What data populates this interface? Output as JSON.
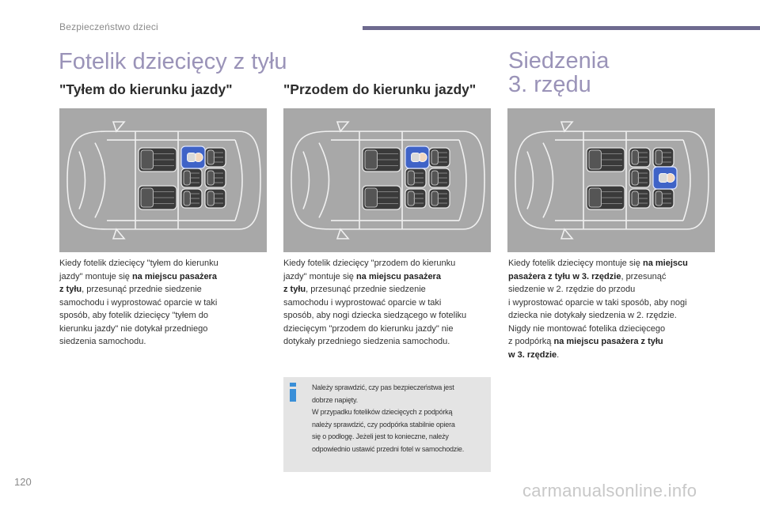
{
  "header": {
    "section": "Bezpieczeństwo dzieci",
    "title": "Fotelik dziecięcy z tyłu",
    "side_title_line1": "Siedzenia",
    "side_title_line2": "3. rzędu"
  },
  "columns": [
    {
      "heading": "\"Tyłem do kierunku jazdy\"",
      "lines": [
        [
          {
            "t": "Kiedy fotelik dziecięcy \"tyłem do kierunku"
          }
        ],
        [
          {
            "t": "jazdy\" montuje się "
          },
          {
            "t": "na miejscu pasażera",
            "b": true
          }
        ],
        [
          {
            "t": "z tyłu",
            "b": true
          },
          {
            "t": ", przesunąć przednie siedzenie"
          }
        ],
        [
          {
            "t": "samochodu i wyprostować oparcie w taki"
          }
        ],
        [
          {
            "t": "sposób, aby fotelik dziecięcy \"tyłem do"
          }
        ],
        [
          {
            "t": "kierunku jazdy\" nie dotykał przedniego"
          }
        ],
        [
          {
            "t": "siedzenia samochodu."
          }
        ]
      ]
    },
    {
      "heading": "\"Przodem do kierunku jazdy\"",
      "lines": [
        [
          {
            "t": "Kiedy fotelik dziecięcy \"przodem do kierunku"
          }
        ],
        [
          {
            "t": "jazdy\" montuje się "
          },
          {
            "t": "na miejscu pasażera",
            "b": true
          }
        ],
        [
          {
            "t": "z tyłu",
            "b": true
          },
          {
            "t": ", przesunąć przednie siedzenie"
          }
        ],
        [
          {
            "t": "samochodu i wyprostować oparcie w taki"
          }
        ],
        [
          {
            "t": "sposób, aby nogi dziecka siedzącego w foteliku"
          }
        ],
        [
          {
            "t": "dziecięcym \"przodem do kierunku jazdy\" nie"
          }
        ],
        [
          {
            "t": "dotykały przedniego siedzenia samochodu."
          }
        ]
      ]
    },
    {
      "heading": "",
      "lines": [
        [
          {
            "t": "Kiedy fotelik dziecięcy montuje się "
          },
          {
            "t": "na miejscu",
            "b": true
          }
        ],
        [
          {
            "t": "pasażera z tyłu w 3. rzędzie",
            "b": true
          },
          {
            "t": ", przesunąć"
          }
        ],
        [
          {
            "t": "siedzenie w 2. rzędzie do przodu"
          }
        ],
        [
          {
            "t": "i wyprostować oparcie w taki sposób, aby nogi"
          }
        ],
        [
          {
            "t": "dziecka nie dotykały siedzenia w 2. rzędzie."
          }
        ],
        [
          {
            "t": "Nigdy nie montować fotelika dziecięcego"
          }
        ],
        [
          {
            "t": "z podpórką "
          },
          {
            "t": "na miejscu pasażera z tyłu",
            "b": true
          }
        ],
        [
          {
            "t": "w 3. rzędzie",
            "b": true
          },
          {
            "t": "."
          }
        ]
      ]
    }
  ],
  "info_box": {
    "lines": [
      "Należy sprawdzić, czy pas bezpieczeństwa jest",
      "dobrze napięty.",
      "W przypadku fotelików dziecięcych z podpórką",
      "należy sprawdzić, czy podpórka stabilnie opiera",
      "się o podłogę. Jeżeli jest to konieczne, należy",
      "odpowiednio ustawić przedni fotel w samochodzie."
    ]
  },
  "footer": {
    "page_number": "120",
    "watermark": "carmanualsonline.info"
  },
  "colors": {
    "accent": "#9a93b8",
    "bar": "#6e6a8f",
    "info_icon": "#3a8fd8",
    "child_seat": "#3f63c7",
    "figure_bg": "#a8a8a8"
  }
}
